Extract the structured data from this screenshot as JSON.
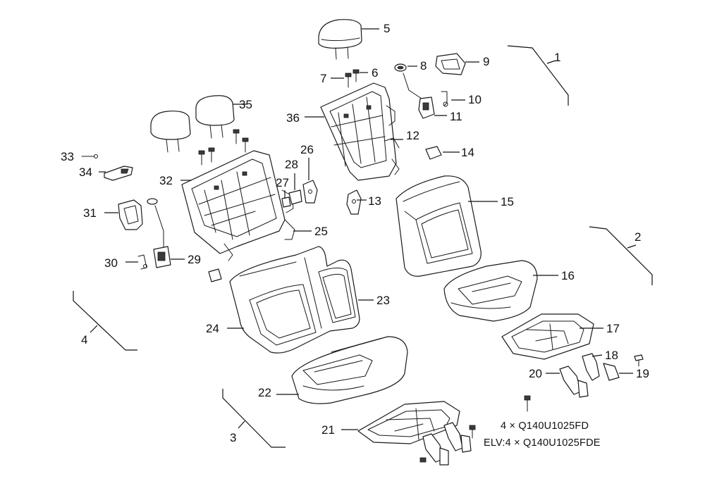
{
  "callouts": {
    "c1": "1",
    "c2": "2",
    "c3": "3",
    "c4": "4",
    "c5": "5",
    "c6": "6",
    "c7": "7",
    "c8": "8",
    "c9": "9",
    "c10": "10",
    "c11": "11",
    "c12": "12",
    "c13": "13",
    "c14": "14",
    "c15": "15",
    "c16": "16",
    "c17": "17",
    "c18": "18",
    "c19": "19",
    "c20": "20",
    "c21": "21",
    "c22": "22",
    "c23": "23",
    "c24": "24",
    "c25": "25",
    "c26": "26",
    "c27": "27",
    "c28": "28",
    "c29": "29",
    "c30": "30",
    "c31": "31",
    "c32": "32",
    "c33": "33",
    "c34": "34",
    "c35": "35",
    "c36": "36"
  },
  "notes": {
    "bolt_spec": "4 × Q140U1025FD",
    "bolt_spec_elv": "ELV:4 × Q140U1025FDE"
  }
}
